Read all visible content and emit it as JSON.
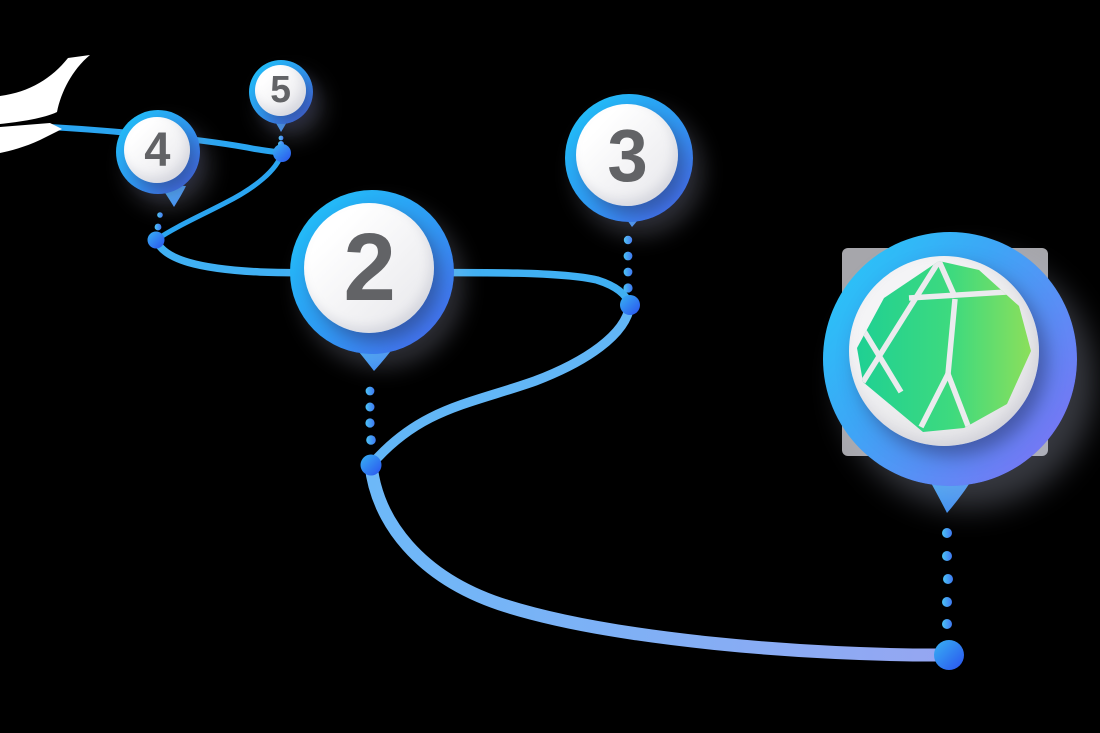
{
  "diagram": {
    "type": "roadmap-infographic",
    "milestones": [
      {
        "label": "2"
      },
      {
        "label": "3"
      },
      {
        "label": "4"
      },
      {
        "label": "5"
      }
    ],
    "goal": {
      "icon": "gem-icon"
    },
    "colors": {
      "path_start": "#2aa5f1",
      "path_mid": "#40b0f3",
      "path_late": "#62b6f6",
      "path_end_light": "#96a6f2",
      "ring_cyan": "#26c8f8",
      "ring_blue": "#2f9cf5",
      "ring_indigo": "#4b63ed",
      "ring_purple": "#7a72f4",
      "waypoint_dot_blue": "#2a52ee",
      "number_gray": "#626366",
      "gem_green_left": "#1fd093",
      "gem_green_right": "#8bdf5b"
    }
  }
}
